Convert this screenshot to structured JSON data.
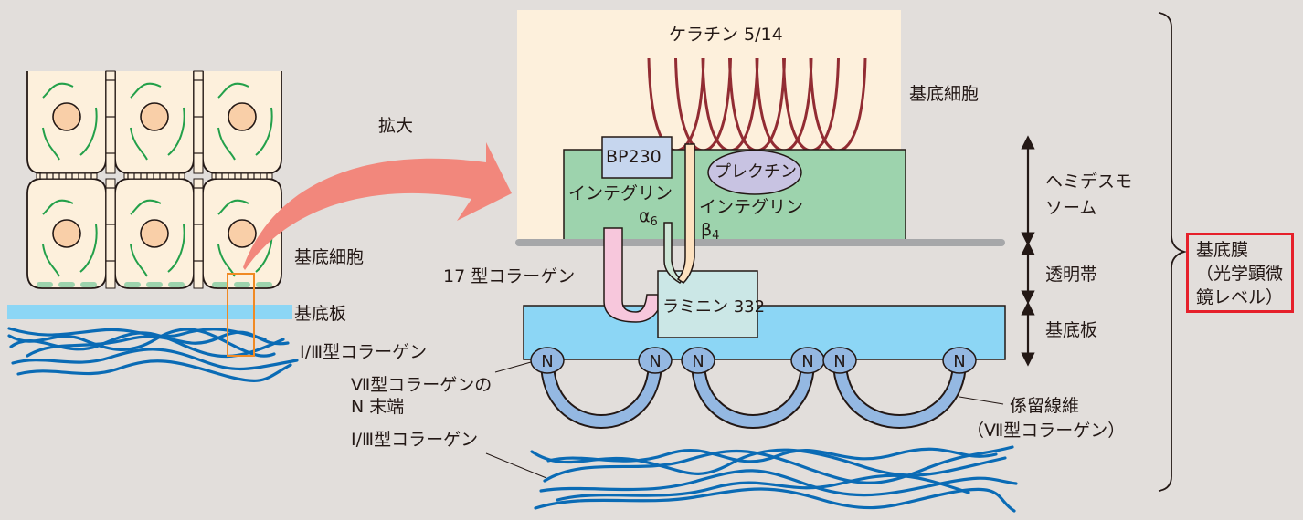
{
  "colors": {
    "background": "#e2dedb",
    "cell_fill": "#fdf0dc",
    "nucleus": "#f9cfa8",
    "keratin_green": "#23a04a",
    "hemidesmosome_plate": "#9dd3ad",
    "basal_lamina": "#8cd6f5",
    "collagen_fiber": "#0a6bb5",
    "anchoring_fibril": "#94b8e2",
    "keratin_red": "#922c33",
    "bp230_box": "#c6d6ee",
    "plectin": "#c8c3e2",
    "laminin_box": "#cbe7e6",
    "collagen17": "#f7c7dc",
    "integrin_a6": "#cde6d6",
    "integrin_b4": "#fde1bf",
    "arrow_pink": "#f2877c",
    "highlight_orange": "#f08a24",
    "highlight_red": "#e6202a",
    "membrane_gray": "#a6a7a9"
  },
  "left_panel": {
    "label_basal_cell": "基底細胞",
    "label_basal_lamina": "基底板",
    "label_collagen_1_3": "Ⅰ/Ⅲ型コラーゲン"
  },
  "arrow_label": "拡大",
  "right_panel": {
    "keratin": "ケラチン 5/14",
    "basal_cell": "基底細胞",
    "bp230": "BP230",
    "plectin": "プレクチン",
    "integrin_a6": {
      "name": "インテグリン",
      "greek": "α",
      "sub": "6"
    },
    "integrin_b4": {
      "name": "インテグリン",
      "greek": "β",
      "sub": "4"
    },
    "collagen17": "17 型コラーゲン",
    "laminin": "ラミニン 332",
    "n_terminus_label": "N",
    "collagen7_n_end": [
      "Ⅶ型コラーゲンの",
      "N 末端"
    ],
    "collagen_1_3": "Ⅰ/Ⅲ型コラーゲン",
    "anchoring_fibril": [
      "係留線維",
      "（Ⅶ型コラーゲン）"
    ]
  },
  "layers": [
    {
      "id": "hemidesmosome",
      "lines": [
        "ヘミデスモ",
        "ソーム"
      ]
    },
    {
      "id": "lamina-lucida",
      "lines": [
        "透明帯"
      ]
    },
    {
      "id": "basal-lamina",
      "lines": [
        "基底板"
      ]
    }
  ],
  "basement_membrane": [
    "基底膜",
    "（光学顕微",
    " 鏡レベル）"
  ]
}
